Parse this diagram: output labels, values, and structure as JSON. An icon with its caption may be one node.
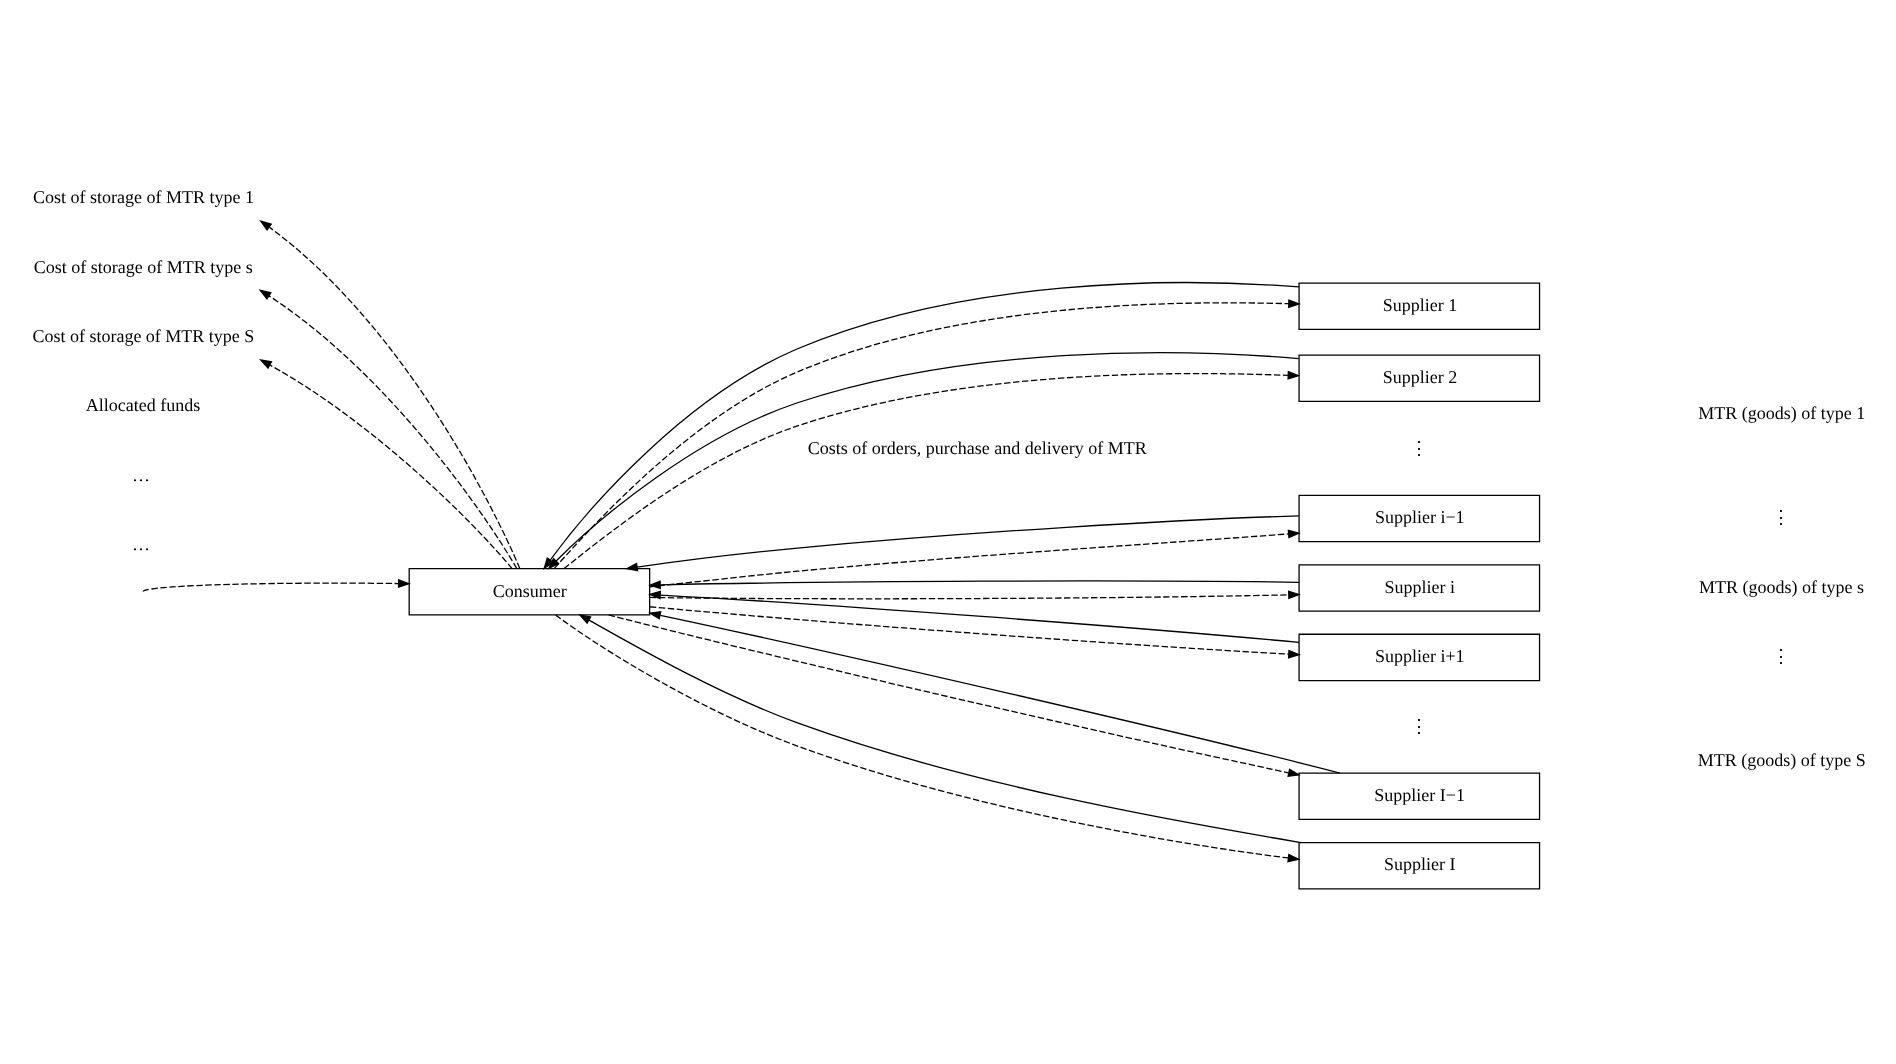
{
  "diagram": {
    "nodes": [
      {
        "text": [
          "Consumer"
        ]
      },
      {
        "text": [
          "Supplier 1"
        ]
      },
      {
        "text": [
          "Supplier 2"
        ]
      },
      {
        "text": [
          "Supplier i−1"
        ]
      },
      {
        "text": [
          "Supplier i"
        ]
      },
      {
        "text": [
          "Supplier i+1"
        ]
      },
      {
        "text": [
          "Supplier I−1"
        ]
      },
      {
        "text": [
          "Supplier I"
        ]
      },
      {
        "text": [
          "Cost of storage of MTR type 1"
        ]
      },
      {
        "text": [
          "Cost of storage of MTR type s"
        ]
      },
      {
        "text": [
          "Cost of storage of MTR type S"
        ]
      }
    ],
    "edges": [
      {
        "from": null,
        "to": 0,
        "arrow": "to",
        "style": "dashed"
      },
      {
        "from": 0,
        "to": 8,
        "arrow": "to",
        "style": "dashed"
      },
      {
        "from": 0,
        "to": 9,
        "arrow": "to",
        "style": "dashed"
      },
      {
        "from": 0,
        "to": 10,
        "arrow": "to",
        "style": "dashed"
      },
      {
        "from": 0,
        "to": 1,
        "arrow": "to",
        "style": "dashed"
      },
      {
        "from": 1,
        "to": 0,
        "arrow": "to"
      },
      {
        "from": 0,
        "to": 2,
        "arrow": "to",
        "style": "dashed"
      },
      {
        "from": 2,
        "to": 0,
        "arrow": "to"
      },
      {
        "from": 0,
        "to": 3,
        "arrow": "to",
        "style": "dashed"
      },
      {
        "from": 3,
        "to": 0,
        "arrow": "to"
      },
      {
        "from": 0,
        "to": 4,
        "arrow": "to",
        "style": "dashed"
      },
      {
        "from": 4,
        "to": 0,
        "arrow": "to"
      },
      {
        "from": 0,
        "to": 5,
        "arrow": "to",
        "style": "dashed"
      },
      {
        "from": 5,
        "to": 0,
        "arrow": "to"
      },
      {
        "from": 0,
        "to": 6,
        "arrow": "to",
        "style": "dashed"
      },
      {
        "from": 6,
        "to": 0,
        "arrow": "to"
      },
      {
        "from": 0,
        "to": 7,
        "arrow": "to",
        "style": "dashed"
      },
      {
        "from": 7,
        "to": 0,
        "arrow": "to"
      }
    ],
    "labels": [
      "Costs of orders, purchase and delivery of MTR",
      "Allocated funds",
      "⋮",
      "…",
      "…",
      "⋮",
      "MTR (goods) of type 1",
      "⋮",
      "MTR (goods) of type s",
      "⋮",
      "MTR (goods) of type S"
    ]
  }
}
